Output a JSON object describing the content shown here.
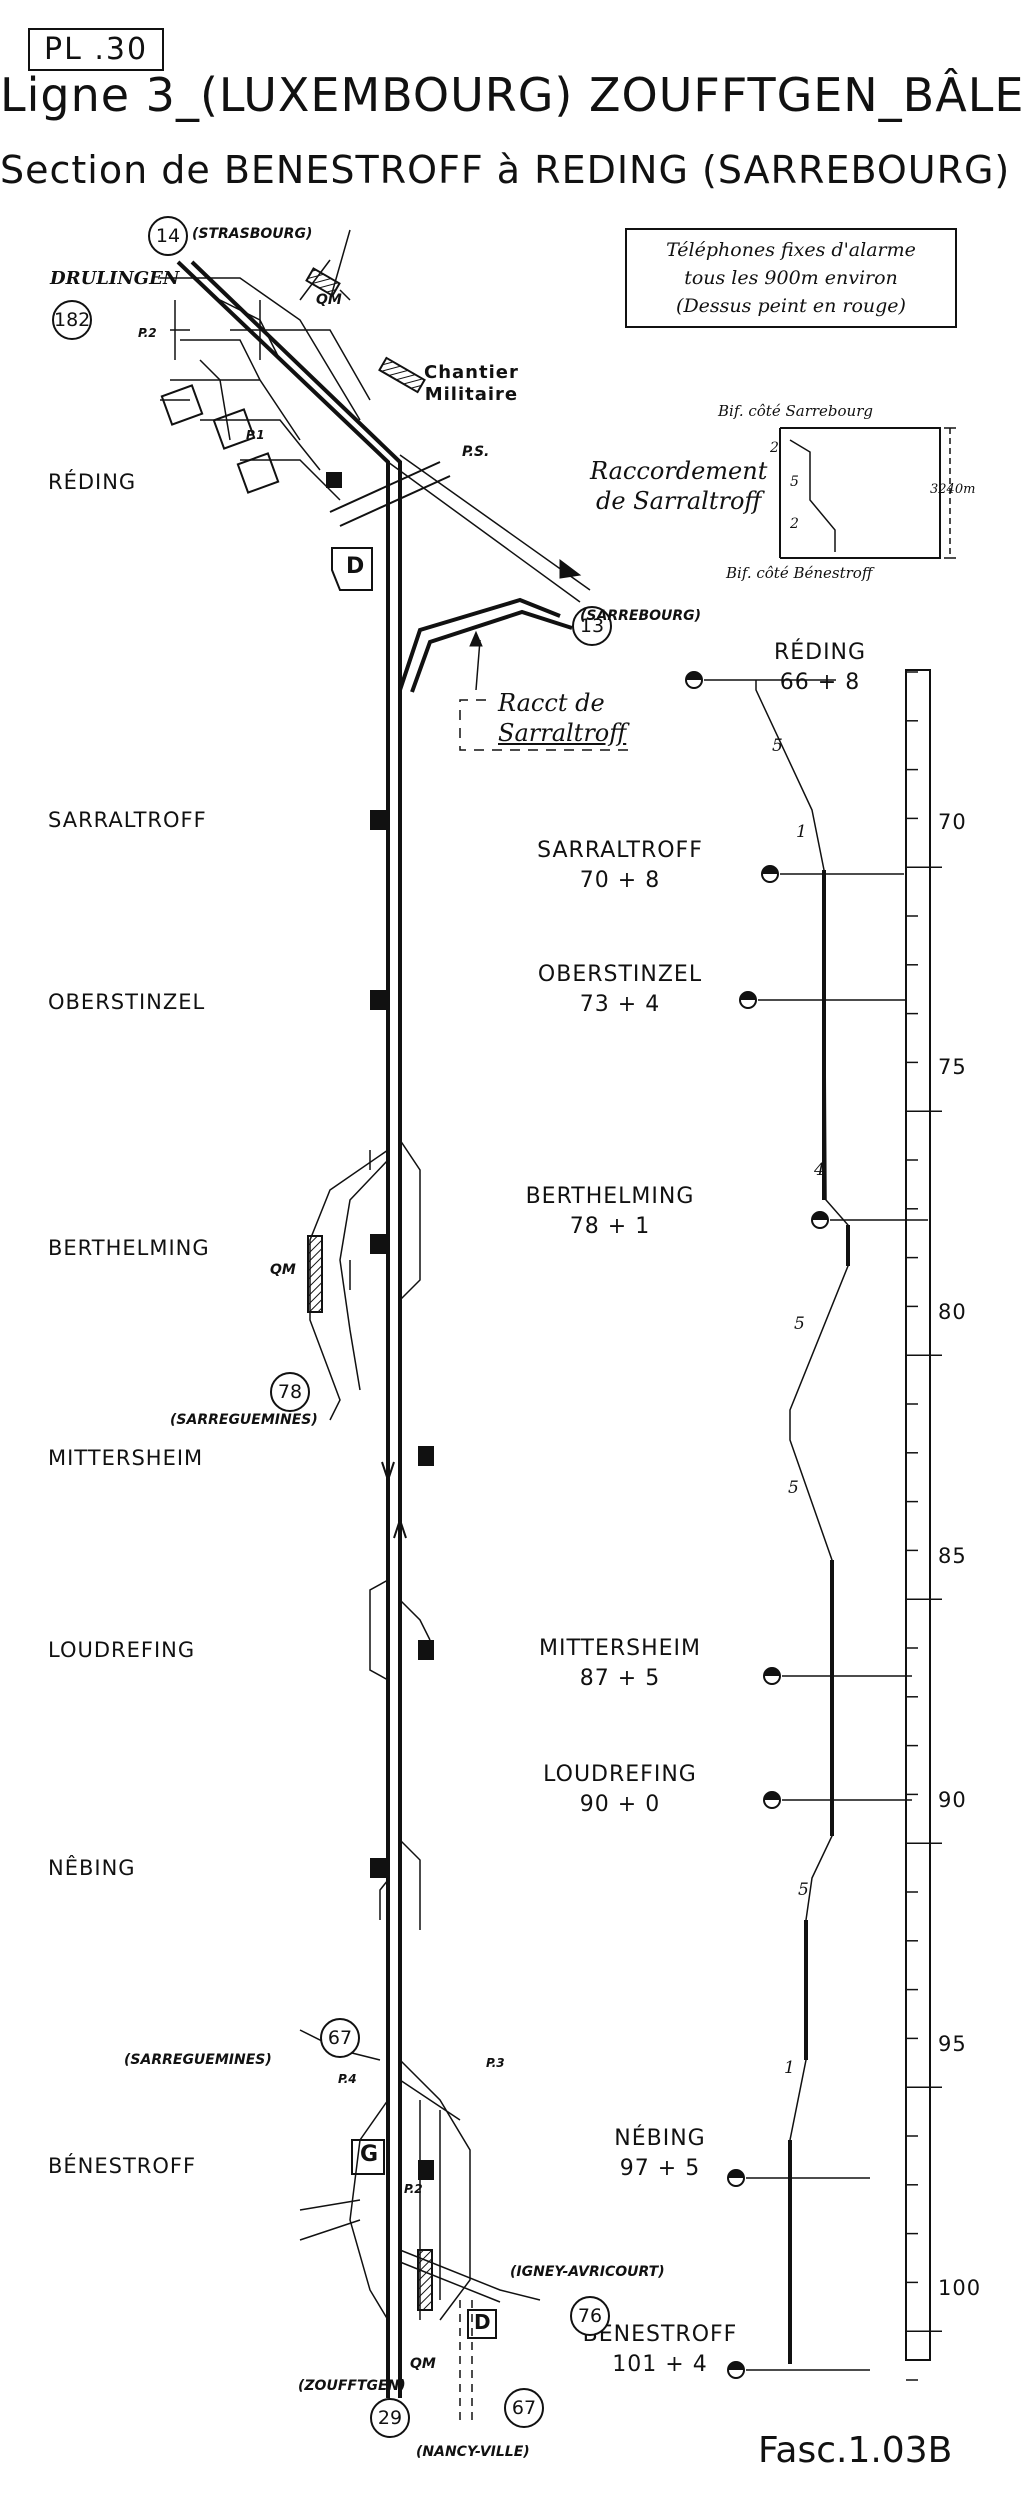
{
  "plate": "PL .30",
  "title": "Ligne 3_(LUXEMBOURG) ZOUFFTGEN_BÂLE",
  "subtitle": "Section de BENESTROFF à REDING (SARREBOURG)",
  "phone_note": [
    "Téléphones fixes d'alarme",
    "tous les 900m environ",
    "(Dessus peint en rouge)"
  ],
  "stations_left": [
    "RÉDING",
    "SARRALTROFF",
    "OBERSTINZEL",
    "BERTHELMING",
    "MITTERSHEIM",
    "LOUDREFING",
    "NÊBING",
    "BÉNESTROFF"
  ],
  "profile_stations": [
    {
      "name": "RÉDING",
      "pk": "66 + 8"
    },
    {
      "name": "SARRALTROFF",
      "pk": "70 + 8"
    },
    {
      "name": "OBERSTINZEL",
      "pk": "73 + 4"
    },
    {
      "name": "BERTHELMING",
      "pk": "78 + 1"
    },
    {
      "name": "MITTERSHEIM",
      "pk": "87 + 5"
    },
    {
      "name": "LOUDREFING",
      "pk": "90 + 0"
    },
    {
      "name": "NÉBING",
      "pk": "97 + 5"
    },
    {
      "name": "BÉNESTROFF",
      "pk": "101 + 4"
    }
  ],
  "km_ticks": [
    "70",
    "75",
    "80",
    "85",
    "90",
    "95",
    "100"
  ],
  "gradients": [
    "5",
    "1",
    "4",
    "5",
    "5",
    "5",
    "1"
  ],
  "line_numbers": [
    "14",
    "182",
    "13",
    "78",
    "67",
    "76",
    "29",
    "67"
  ],
  "destinations": [
    "(STRASBOURG)",
    "DRULINGEN",
    "(SARREBOURG)",
    "(SARREGUEMINES)",
    "(SARREGUEMINES)",
    "(IGNEY-AVRICOURT)",
    "(ZOUFFTGEN)",
    "(NANCY-VILLE)"
  ],
  "marks": {
    "p1": "P.1",
    "p2": "P.2",
    "p3": "P.3",
    "p4": "P.4",
    "ps": "P.S.",
    "g": "G",
    "d": "D",
    "qm": "QM"
  },
  "chantier": [
    "Chantier",
    "Militaire"
  ],
  "raccordement": [
    "Raccordement",
    "de Sarraltroff"
  ],
  "racct": [
    "Racct de",
    "Sarraltroff"
  ],
  "inset": {
    "top": "Bif. côté Sarrebourg",
    "bottom": "Bif. côté Bénestroff",
    "length": "3240m",
    "grads": [
      "2",
      "5",
      "2"
    ]
  },
  "fasc": "Fasc.1.03B"
}
